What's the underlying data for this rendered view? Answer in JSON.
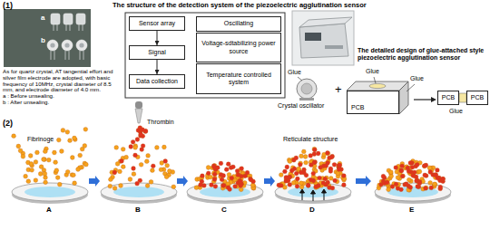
{
  "diagram": {
    "nodes": [
      {
        "text": [
          "Sensor array"
        ]
      },
      {
        "text": [
          "Oscillating"
        ]
      },
      {
        "text": [
          "Signal"
        ]
      },
      {
        "text": [
          "Voltage-sdtabilizing power source"
        ]
      },
      {
        "text": [
          "Data collection"
        ]
      },
      {
        "text": [
          "Temperature controlled system"
        ]
      },
      {
        "text": [
          "PCB"
        ]
      },
      {
        "text": [
          "PCB"
        ]
      },
      {
        "text": [
          "PCB"
        ]
      }
    ],
    "edges": [
      {
        "from": 0,
        "to": 2,
        "arrow": "to"
      },
      {
        "from": 2,
        "to": 4,
        "arrow": "to"
      }
    ],
    "labels": [
      "(1)",
      "a",
      "b",
      "As for quartz crystal, AT tangential effort and silver film electrode are adopted, with basic frequency of 10MHz, crystal diameter of 8.5 mm, and electrode diameter of 4.0 mm.",
      "a : Before unsealing.",
      "b : After unsealing.",
      "The structure of the detection system of the piezoelectric agglutination sensor",
      "The detailed design of glue-attached style piezoelectric agglutination sensor",
      "Glue",
      "Glue",
      "Glue",
      "Glue",
      "Crystal oscillator",
      "+",
      "(2)",
      "Fibrinoge",
      "Thrombin",
      "Reticulate structure",
      "A",
      "B",
      "C",
      "D",
      "E"
    ]
  }
}
